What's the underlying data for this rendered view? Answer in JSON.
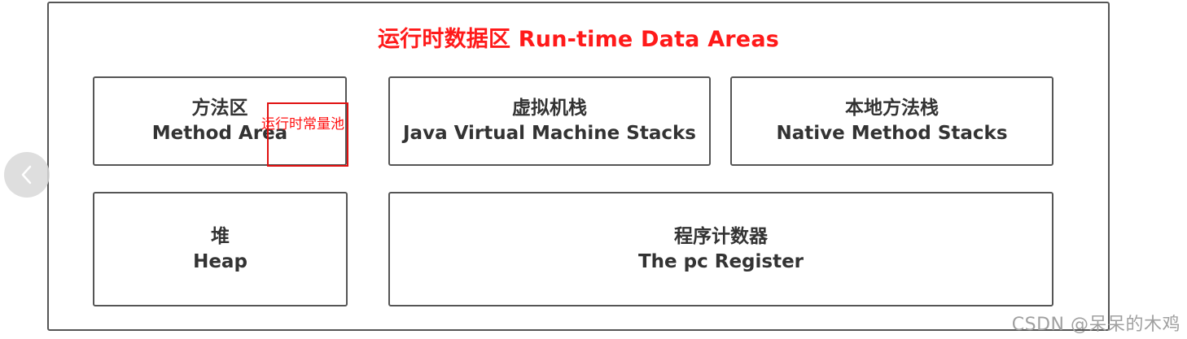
{
  "diagram": {
    "title": "运行时数据区 Run-time Data Areas",
    "boxes": {
      "method_area": {
        "zh": "方法区",
        "en": "Method Area"
      },
      "jvm_stacks": {
        "zh": "虚拟机栈",
        "en": "Java Virtual Machine Stacks"
      },
      "native_stacks": {
        "zh": "本地方法栈",
        "en": "Native Method Stacks"
      },
      "heap": {
        "zh": "堆",
        "en": "Heap"
      },
      "pc_register": {
        "zh": "程序计数器",
        "en": "The pc Register"
      }
    },
    "annotation": {
      "label": "运行时常量池",
      "color": "#ff1010"
    },
    "title_color": "#ff1a1a"
  },
  "navigation": {
    "prev_icon": "chevron-left-icon"
  },
  "watermark": "CSDN @呆呆的木鸡"
}
